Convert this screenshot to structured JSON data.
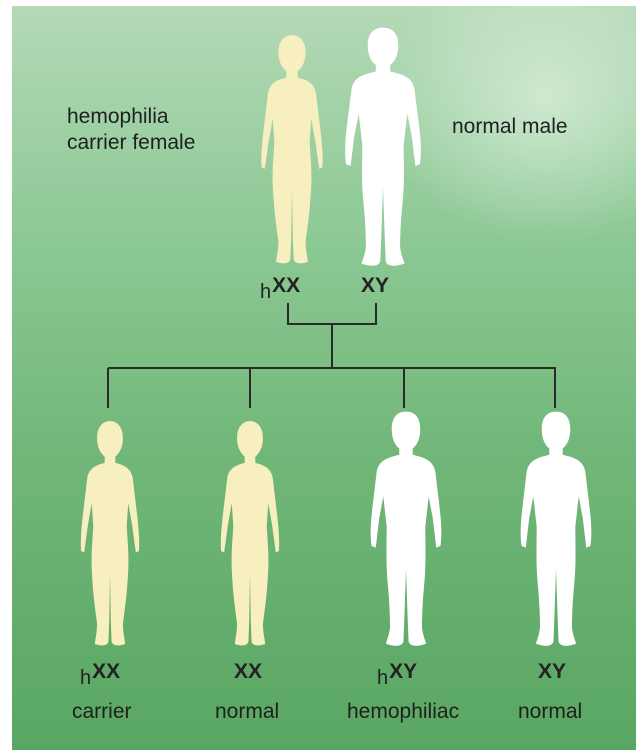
{
  "parents": {
    "mother": {
      "label_line1": "hemophilia",
      "label_line2": "carrier female",
      "genotype_prefix": "h",
      "genotype": "XX"
    },
    "father": {
      "label": "normal male",
      "genotype": "XY"
    }
  },
  "children": [
    {
      "genotype_prefix": "h",
      "genotype": "XX",
      "label": "carrier",
      "sex": "female"
    },
    {
      "genotype_prefix": "",
      "genotype": "XX",
      "label": "normal",
      "sex": "female"
    },
    {
      "genotype_prefix": "h",
      "genotype": "XY",
      "label": "hemophiliac",
      "sex": "male"
    },
    {
      "genotype_prefix": "",
      "genotype": "XY",
      "label": "normal",
      "sex": "male"
    }
  ],
  "colors": {
    "female_figure": "#f7efbf",
    "male_figure": "#ffffff",
    "lines": "#2a2a2a",
    "background_top": "#b4d9b6",
    "background_bottom": "#59a662"
  },
  "icons": {
    "female": "female-silhouette-icon",
    "male": "male-silhouette-icon"
  }
}
